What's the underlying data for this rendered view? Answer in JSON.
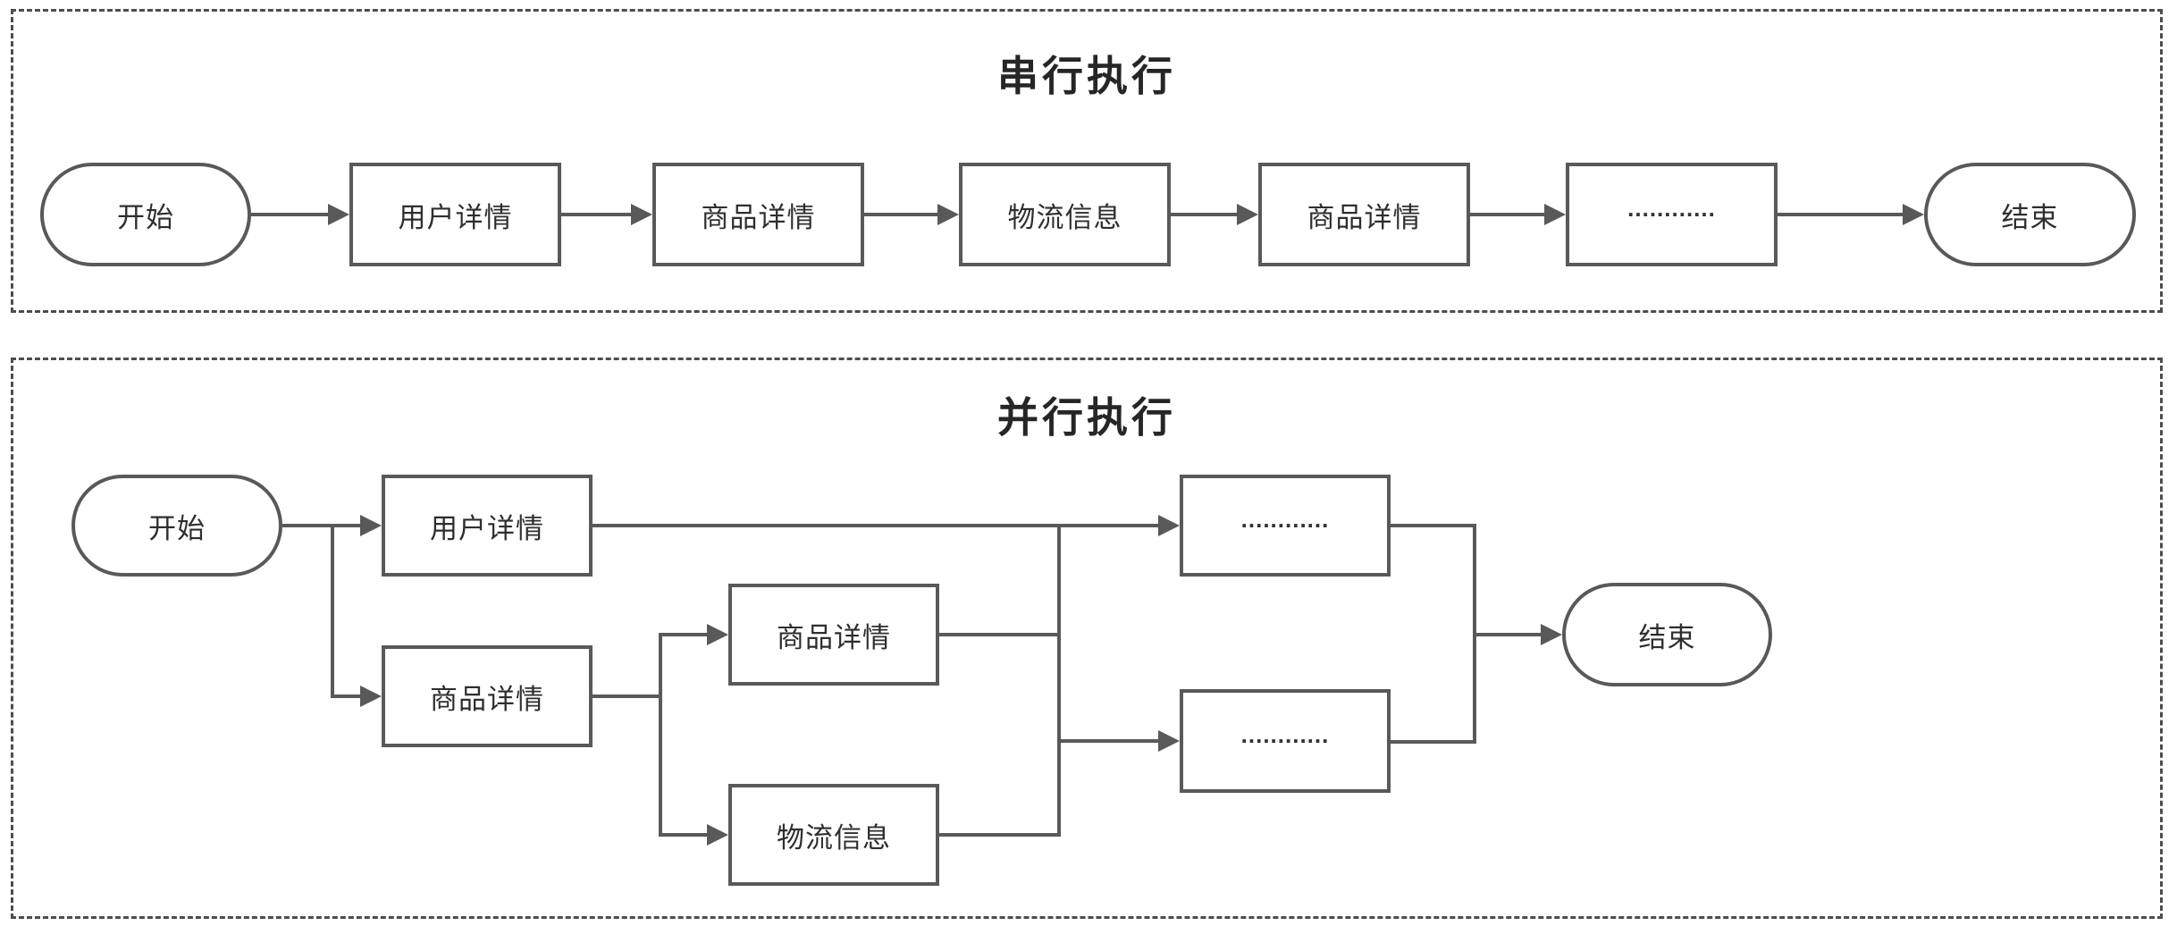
{
  "colors": {
    "stroke": "#595959",
    "panel_border": "#4d4d4d",
    "text": "#2e2e2e",
    "title": "#262626",
    "background": "#ffffff"
  },
  "serial": {
    "title": "串行执行",
    "nodes": [
      {
        "label": "开始",
        "shape": "terminal"
      },
      {
        "label": "用户详情",
        "shape": "process"
      },
      {
        "label": "商品详情",
        "shape": "process"
      },
      {
        "label": "物流信息",
        "shape": "process"
      },
      {
        "label": "商品详情",
        "shape": "process"
      },
      {
        "label": "............",
        "shape": "process"
      },
      {
        "label": "结束",
        "shape": "terminal"
      }
    ]
  },
  "parallel": {
    "title": "并行执行",
    "nodes": {
      "start": {
        "label": "开始",
        "shape": "terminal"
      },
      "user_detail": {
        "label": "用户详情",
        "shape": "process"
      },
      "product_detail_1": {
        "label": "商品详情",
        "shape": "process"
      },
      "product_detail_2": {
        "label": "商品详情",
        "shape": "process"
      },
      "logistics": {
        "label": "物流信息",
        "shape": "process"
      },
      "dots_top": {
        "label": "............",
        "shape": "process"
      },
      "dots_bottom": {
        "label": "............",
        "shape": "process"
      },
      "end": {
        "label": "结束",
        "shape": "terminal"
      }
    }
  }
}
